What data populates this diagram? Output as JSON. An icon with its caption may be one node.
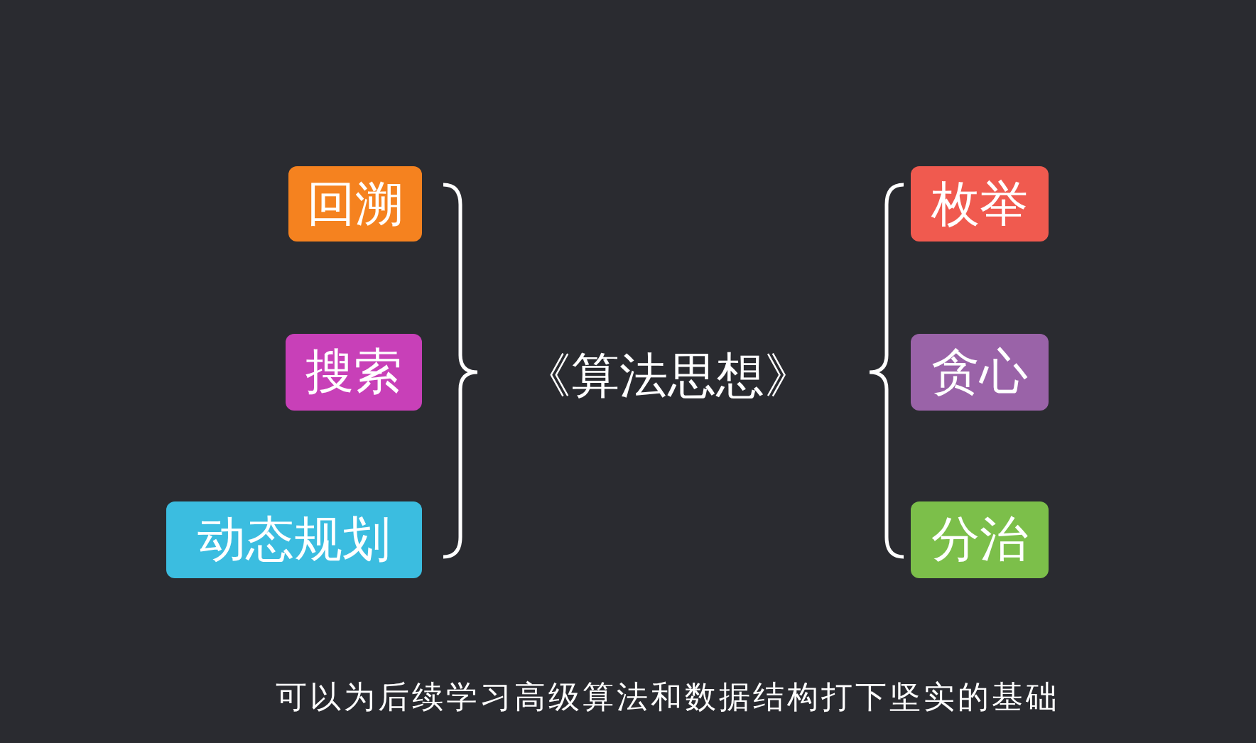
{
  "diagram": {
    "title": "《算法思想》",
    "caption": "可以为后续学习高级算法和数据结构打下坚实的基础",
    "nodes": [
      {
        "text": [
          "回溯"
        ]
      },
      {
        "text": [
          "搜索"
        ]
      },
      {
        "text": [
          "动态规划"
        ]
      },
      {
        "text": [
          "枚举"
        ]
      },
      {
        "text": [
          "贪心"
        ]
      },
      {
        "text": [
          "分治"
        ]
      }
    ]
  }
}
